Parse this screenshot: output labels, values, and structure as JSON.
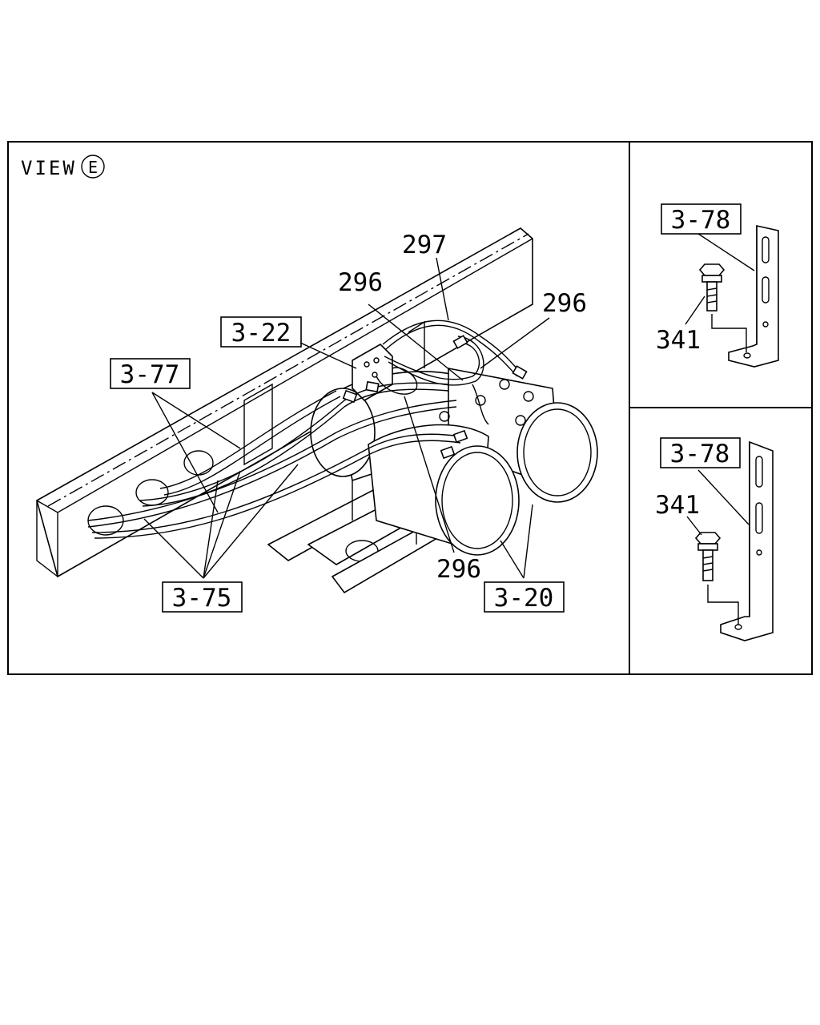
{
  "view": {
    "label": "VIEW",
    "letter": "E"
  },
  "main": {
    "labels": {
      "boxed_3_22": "3-22",
      "boxed_3_77": "3-77",
      "boxed_3_75": "3-75",
      "boxed_3_20": "3-20",
      "p297": "297",
      "p296_a": "296",
      "p296_b": "296",
      "p296_c": "296"
    }
  },
  "inset_top": {
    "boxed": "3-78",
    "bolt": "341"
  },
  "inset_bottom": {
    "boxed": "3-78",
    "bolt": "341"
  }
}
